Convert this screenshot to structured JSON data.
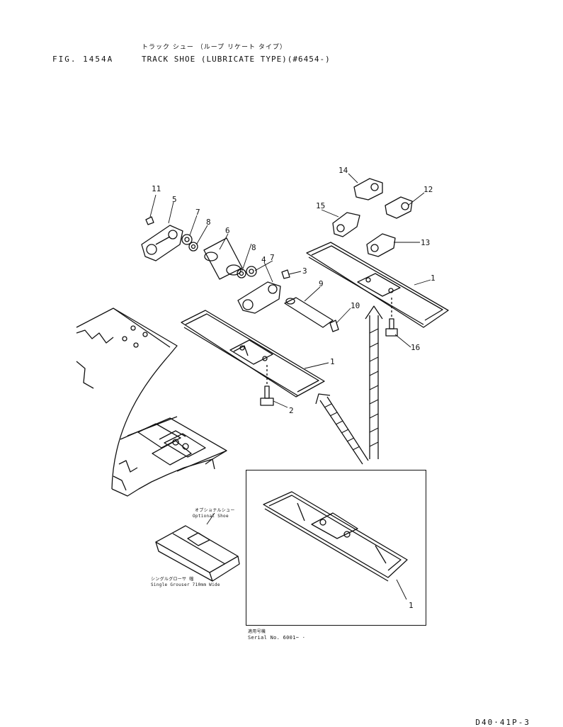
{
  "header": {
    "fig_label": "FIG. 1454A",
    "title_jp": "トラック シュー （ループ リケート タイプ）",
    "title_en": "TRACK SHOE (LUBRICATE TYPE)(#6454-)"
  },
  "callouts": {
    "c1a": "1",
    "c1b": "1",
    "c1c": "1",
    "c2": "2",
    "c3": "3",
    "c4": "4",
    "c5": "5",
    "c6": "6",
    "c7a": "7",
    "c7b": "7",
    "c8a": "8",
    "c8b": "8",
    "c9": "9",
    "c10": "10",
    "c11": "11",
    "c12": "12",
    "c13": "13",
    "c14": "14",
    "c15": "15",
    "c16": "16"
  },
  "optional_shoe": {
    "label_jp": "オプショナルシュー",
    "label_en": "Optional Shoe",
    "desc_jp": "シングルグローサ    幅",
    "desc_en": "Single Grouser 710mm Wide"
  },
  "inset": {
    "serial_jp": "適用号機",
    "serial_en": "Serial No. 6001~ ·"
  },
  "footer": {
    "page_code": "D40·41P-3"
  },
  "colors": {
    "ink": "#111111",
    "paper": "#ffffff"
  }
}
